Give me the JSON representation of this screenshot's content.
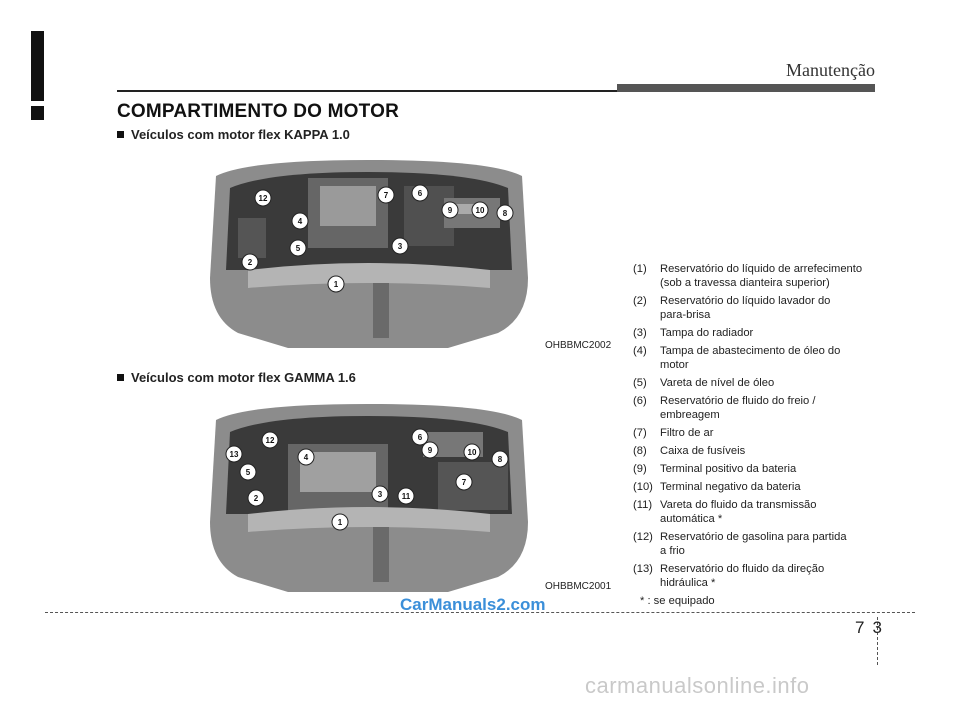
{
  "header": {
    "title": "Manutenção"
  },
  "section": {
    "title": "COMPARTIMENTO DO MOTOR"
  },
  "engines": [
    {
      "subhead": "Veículos com motor flex KAPPA 1.0",
      "code": "OHBBMC2002",
      "callouts": [
        "12",
        "4",
        "7",
        "6",
        "9",
        "10",
        "8",
        "5",
        "3",
        "2",
        "1"
      ]
    },
    {
      "subhead": "Veículos com motor flex GAMMA 1.6",
      "code": "OHBBMC2001",
      "callouts": [
        "12",
        "13",
        "5",
        "6",
        "9",
        "10",
        "8",
        "4",
        "7",
        "3",
        "11",
        "2",
        "1"
      ]
    }
  ],
  "legend": {
    "items": [
      {
        "num": "(1)",
        "lines": [
          "Reservatório do líquido de arrefecimento",
          "(sob a travessa dianteira superior)"
        ]
      },
      {
        "num": "(2)",
        "lines": [
          "Reservatório do líquido  lavador do",
          "para-brisa"
        ]
      },
      {
        "num": "(3)",
        "lines": [
          "Tampa do radiador"
        ]
      },
      {
        "num": "(4)",
        "lines": [
          "Tampa de abastecimento de óleo do",
          "motor"
        ]
      },
      {
        "num": "(5)",
        "lines": [
          "Vareta de nível de óleo"
        ]
      },
      {
        "num": "(6)",
        "lines": [
          "Reservatório de fluido do freio /",
          "embreagem"
        ]
      },
      {
        "num": "(7)",
        "lines": [
          "Filtro de ar"
        ]
      },
      {
        "num": "(8)",
        "lines": [
          "Caixa de fusíveis"
        ]
      },
      {
        "num": "(9)",
        "lines": [
          "Terminal positivo da bateria"
        ]
      },
      {
        "num": "(10)",
        "lines": [
          "Terminal negativo da bateria"
        ]
      },
      {
        "num": "(11)",
        "lines": [
          "Vareta do fluido da transmissão",
          "automática *"
        ]
      },
      {
        "num": "(12)",
        "lines": [
          "Reservatório de gasolina para partida",
          "a frio"
        ]
      },
      {
        "num": "(13)",
        "lines": [
          "Reservatório do fluido da direção",
          "hidráulica *"
        ]
      }
    ],
    "note": "* : se equipado"
  },
  "page": {
    "chapter": "7",
    "number": "3"
  },
  "watermark": "CarManuals2.com",
  "footer_watermark": "carmanualsonline.info"
}
